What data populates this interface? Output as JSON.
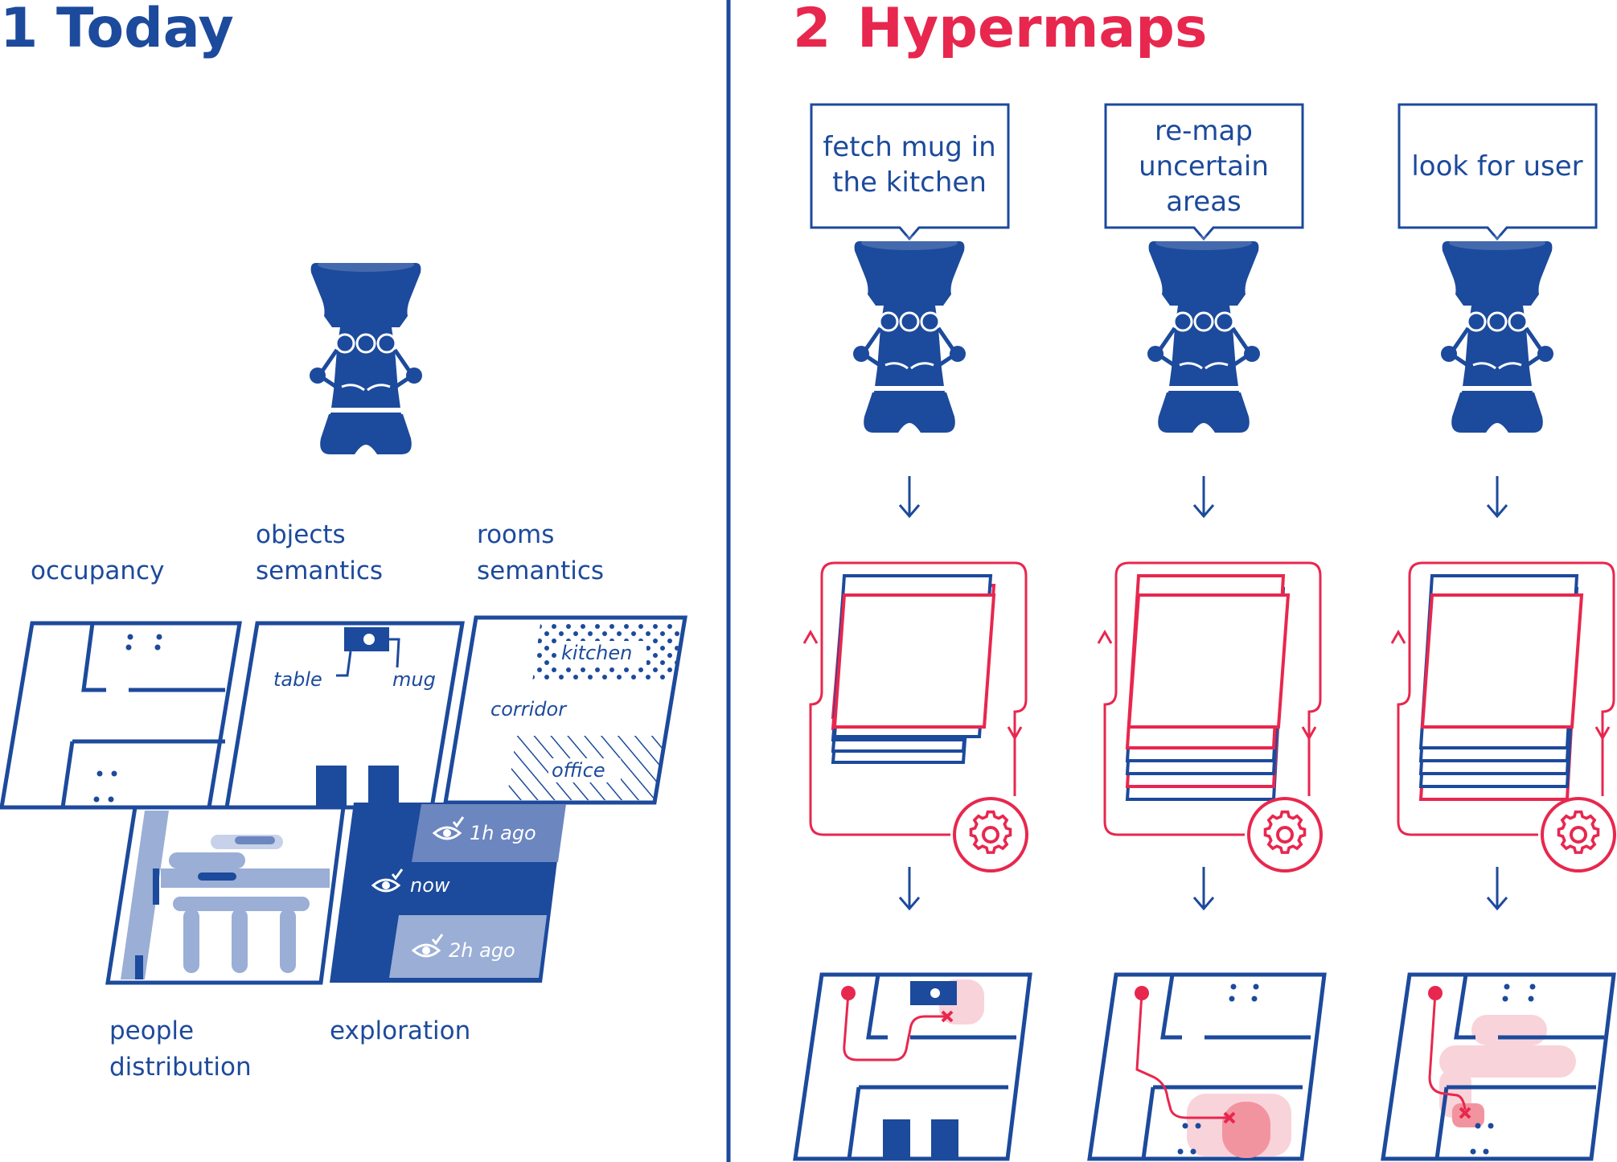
{
  "panel_today": {
    "number": "1",
    "title": "Today",
    "labels": {
      "occupancy": "occupancy",
      "objects_1": "objects",
      "objects_2": "semantics",
      "rooms_1": "rooms",
      "rooms_2": "semantics",
      "people_1": "people",
      "people_2": "distribution",
      "exploration": "exploration"
    },
    "map_text": {
      "table": "table",
      "mug": "mug",
      "kitchen": "kitchen",
      "corridor": "corridor",
      "office": "office",
      "t1": "1h ago",
      "t2": "now",
      "t3": "2h ago"
    }
  },
  "panel_hypermaps": {
    "number": "2",
    "title": "Hypermaps",
    "tasks": [
      {
        "lines": [
          "fetch mug in",
          "the kitchen"
        ]
      },
      {
        "lines": [
          "re-map",
          "uncertain",
          "areas"
        ]
      },
      {
        "lines": [
          "look for user"
        ]
      }
    ]
  },
  "colors": {
    "blue": "#1c4a9c",
    "red": "#e8274e",
    "light_blue": "#9aaed6",
    "light_red": "#f9d3da"
  }
}
